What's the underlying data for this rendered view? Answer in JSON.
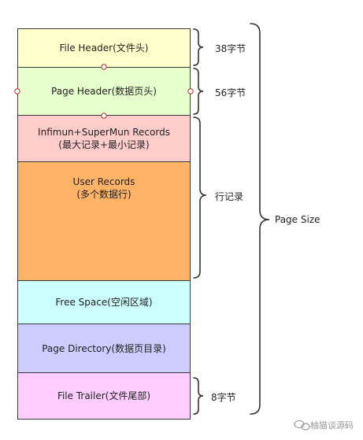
{
  "blocks": {
    "file_header": {
      "line1": "File Header(文件头)"
    },
    "page_header": {
      "line1": "Page Header(数据页头)"
    },
    "infimum": {
      "line1": "Infimun+SuperMun Records",
      "line2": "(最大记录+最小记录)"
    },
    "user_records": {
      "line1": "User Records",
      "line2": "(多个数据行)"
    },
    "free_space": {
      "line1": "Free Space(空闲区域)"
    },
    "page_directory": {
      "line1": "Page Directory(数据页目录)"
    },
    "file_trailer": {
      "line1": "File Trailer(文件尾部)"
    }
  },
  "annotations": {
    "file_header_size": "38字节",
    "page_header_size": "56字节",
    "row_records": "行记录",
    "file_trailer_size": "8字节",
    "page_size": "Page Size"
  },
  "watermark": {
    "icon": "chat-bubble-icon",
    "text": "柚猫谈源码"
  }
}
